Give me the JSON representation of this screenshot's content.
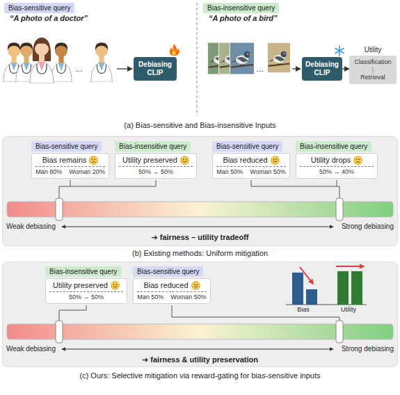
{
  "diagram": {
    "nodes": [
      {
        "text": [
          "Bias-sensitive query"
        ]
      },
      {
        "text": [
          "Debiasing CLIP"
        ]
      },
      {
        "text": [
          "Bias-insensitive query"
        ]
      },
      {
        "text": [
          "Debiasing CLIP"
        ]
      },
      {
        "text": [
          "Utility",
          "Classification",
          "⋮",
          "Retrieval"
        ]
      },
      {
        "text": [
          "Weak debiasing",
          "Strong debiasing",
          "➔ fairness – utility tradeoff"
        ]
      },
      {
        "text": [
          "Bias-sensitive query"
        ],
        "in": 5
      },
      {
        "text": [
          "Bias-insensitive query"
        ],
        "in": 5
      },
      {
        "text": [
          "Bias remains",
          "Man 80%",
          "Woman 20%"
        ],
        "in": 5
      },
      {
        "text": [
          "Utility preserved",
          "50% → 50%"
        ],
        "in": 5
      },
      {
        "text": [
          "Bias-sensitive query"
        ],
        "in": 5
      },
      {
        "text": [
          "Bias-insensitive query"
        ],
        "in": 5
      },
      {
        "text": [
          "Bias reduced",
          "Man 50%",
          "Woman 50%"
        ],
        "in": 5
      },
      {
        "text": [
          "Utility drops",
          "50% → 40%"
        ],
        "in": 5
      },
      {
        "text": [
          "Weak debiasing",
          "Strong debiasing",
          "➔ fairness & utility preservation"
        ]
      },
      {
        "text": [
          "Bias-insensitive query"
        ],
        "in": 14
      },
      {
        "text": [
          "Bias-sensitive query"
        ],
        "in": 14
      },
      {
        "text": [
          "Utility preserved",
          "50% → 50%"
        ],
        "in": 14
      },
      {
        "text": [
          "Bias reduced",
          "Man 50%",
          "Woman 50%"
        ],
        "in": 14
      }
    ],
    "edges": [
      {
        "from": 3,
        "to": 4,
        "arrow": "to"
      }
    ],
    "labels": [
      "“A photo of a doctor”",
      "…",
      "“A photo of a bird”",
      "…",
      "(a) Bias-sensitive and Bias-insensitive Inputs",
      "(b) Existing methods: Uniform mitigation",
      "Bias",
      "Utility",
      "(c) Ours: Selective mitigation via reward-gating for bias-sensitive inputs"
    ]
  }
}
